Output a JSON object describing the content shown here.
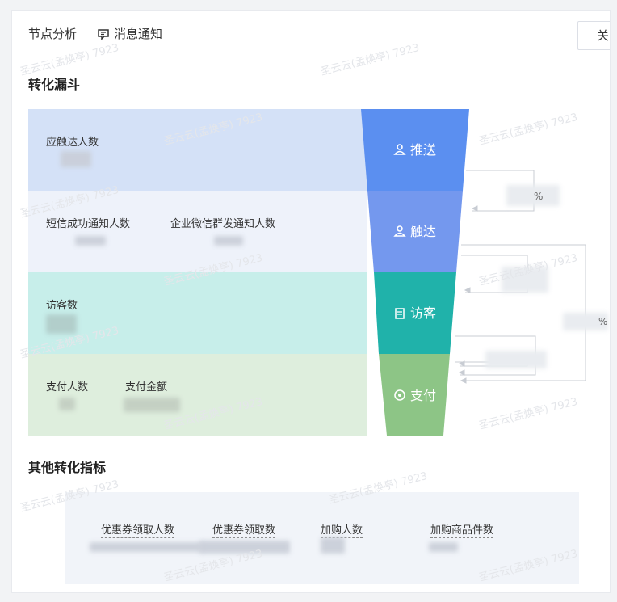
{
  "header": {
    "tab_node": "节点分析",
    "tab_msg": "消息通知",
    "close_label": "关闭"
  },
  "sections": {
    "funnel_title": "转化漏斗",
    "other_title": "其他转化指标"
  },
  "funnel": {
    "bands": [
      {
        "id": "push",
        "bg": "#d4e1f7",
        "stage_color": "#5b8ff0",
        "stage_label": "推送",
        "icon": "user-icon",
        "labels": [
          "应触达人数"
        ]
      },
      {
        "id": "reach",
        "bg": "#eef2fa",
        "stage_color": "#7498ee",
        "stage_label": "触达",
        "icon": "user-icon",
        "labels": [
          "短信成功通知人数",
          "企业微信群发通知人数"
        ]
      },
      {
        "id": "visit",
        "bg": "#c7eeea",
        "stage_color": "#20b2aa",
        "stage_label": "访客",
        "icon": "document-icon",
        "labels": [
          "访客数"
        ]
      },
      {
        "id": "pay",
        "bg": "#deeedd",
        "stage_color": "#8dc586",
        "stage_label": "支付",
        "icon": "payment-icon",
        "labels": [
          "支付人数",
          "支付金额"
        ]
      }
    ],
    "rate_suffix_1": "%",
    "rate_suffix_2": "%"
  },
  "other_metrics": [
    "优惠券领取人数",
    "优惠券领取数",
    "加购人数",
    "加购商品件数"
  ],
  "watermark_text": "圣云云(孟焕亭) 7923"
}
